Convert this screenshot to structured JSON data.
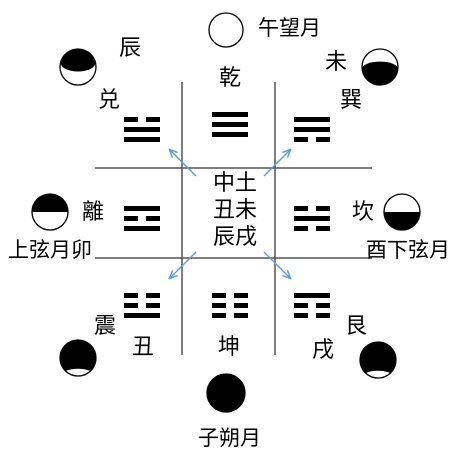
{
  "center": {
    "lines": [
      "中土",
      "丑未",
      "辰戌"
    ]
  },
  "trigrams": [
    {
      "id": "qian",
      "name": "乾",
      "lines": [
        "solid",
        "solid",
        "solid"
      ]
    },
    {
      "id": "dui",
      "name": "兑",
      "lines": [
        "broken",
        "solid",
        "solid"
      ]
    },
    {
      "id": "xun",
      "name": "巽",
      "lines": [
        "solid",
        "solid",
        "broken"
      ]
    },
    {
      "id": "li",
      "name": "離",
      "lines": [
        "solid",
        "broken",
        "solid"
      ]
    },
    {
      "id": "kan",
      "name": "坎",
      "lines": [
        "broken",
        "solid",
        "broken"
      ]
    },
    {
      "id": "zhen",
      "name": "震",
      "lines": [
        "broken",
        "broken",
        "solid"
      ]
    },
    {
      "id": "kun",
      "name": "坤",
      "lines": [
        "broken",
        "broken",
        "broken"
      ]
    },
    {
      "id": "gen",
      "name": "艮",
      "lines": [
        "solid",
        "broken",
        "broken"
      ]
    }
  ],
  "branches": {
    "chen": "辰",
    "wei": "未",
    "chou": "丑",
    "xu": "戌",
    "kan_char": "坎"
  },
  "moon_labels": {
    "full": "午望月",
    "first_quarter": "上弦月卯",
    "last_quarter": "酉下弦月",
    "new": "子朔月"
  },
  "moons": [
    {
      "id": "full",
      "phase": "full"
    },
    {
      "id": "top-left",
      "phase": "lower-lit"
    },
    {
      "id": "top-right",
      "phase": "lower-dark"
    },
    {
      "id": "left",
      "phase": "upper-dark"
    },
    {
      "id": "right",
      "phase": "lower-dark-half"
    },
    {
      "id": "bottom-left",
      "phase": "mostly-dark"
    },
    {
      "id": "bottom-right",
      "phase": "mostly-dark"
    },
    {
      "id": "new",
      "phase": "new"
    }
  ],
  "colors": {
    "ink": "#000000",
    "grid": "#555555",
    "arrow": "#5b9bd5"
  }
}
